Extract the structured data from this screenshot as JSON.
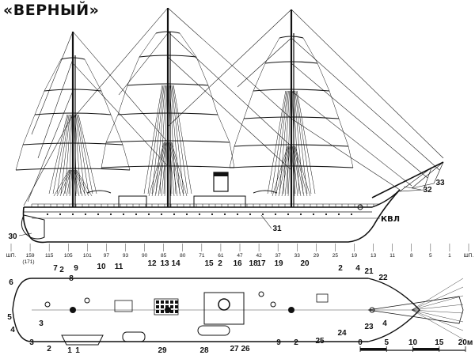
{
  "title": "«ВЕРНЫЙ»",
  "waterline_label": "КВЛ",
  "frame_stations": [
    "ШП.",
    "159",
    "115",
    "105",
    "101",
    "97",
    "93",
    "90",
    "85",
    "80",
    "71",
    "61",
    "47",
    "42",
    "37",
    "33",
    "29",
    "25",
    "19",
    "13",
    "11",
    "8",
    "5",
    "1",
    "ШП."
  ],
  "frame_extra": "(171)",
  "profile_callouts": [
    "30",
    "31",
    "32",
    "33"
  ],
  "deck_callouts": [
    "1",
    "2",
    "3",
    "4",
    "5",
    "6",
    "7",
    "8",
    "9",
    "10",
    "11",
    "12",
    "13",
    "14",
    "15",
    "16",
    "2",
    "17",
    "18",
    "19",
    "20",
    "2",
    "4",
    "21",
    "22",
    "23",
    "4",
    "24",
    "25",
    "2",
    "9",
    "26",
    "27",
    "28",
    "29",
    "3",
    "2",
    "1"
  ],
  "scale_ticks": [
    "0",
    "5",
    "10",
    "15",
    "20м"
  ],
  "colors": {
    "ink": "#111111",
    "paper": "#ffffff"
  }
}
